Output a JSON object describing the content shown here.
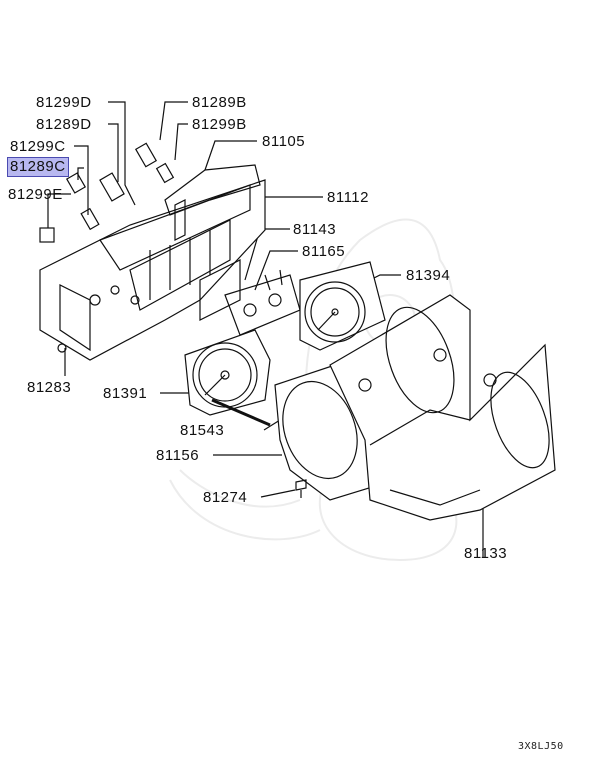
{
  "diagram": {
    "drawing_code": "3X8LJ50",
    "highlight_color": "#b8b8f0",
    "parts": [
      {
        "id": "p81299D",
        "label": "81299D",
        "highlighted": false
      },
      {
        "id": "p81289B",
        "label": "81289B",
        "highlighted": false
      },
      {
        "id": "p81289D",
        "label": "81289D",
        "highlighted": false
      },
      {
        "id": "p81299B",
        "label": "81299B",
        "highlighted": false
      },
      {
        "id": "p81299C",
        "label": "81299C",
        "highlighted": false
      },
      {
        "id": "p81105",
        "label": "81105",
        "highlighted": false
      },
      {
        "id": "p81289C",
        "label": "81289C",
        "highlighted": true
      },
      {
        "id": "p81299E",
        "label": "81299E",
        "highlighted": false
      },
      {
        "id": "p81112",
        "label": "81112",
        "highlighted": false
      },
      {
        "id": "p81143",
        "label": "81143",
        "highlighted": false
      },
      {
        "id": "p81165",
        "label": "81165",
        "highlighted": false
      },
      {
        "id": "p81394",
        "label": "81394",
        "highlighted": false
      },
      {
        "id": "p81283",
        "label": "81283",
        "highlighted": false
      },
      {
        "id": "p81391",
        "label": "81391",
        "highlighted": false
      },
      {
        "id": "p81543",
        "label": "81543",
        "highlighted": false
      },
      {
        "id": "p81156",
        "label": "81156",
        "highlighted": false
      },
      {
        "id": "p81274",
        "label": "81274",
        "highlighted": false
      },
      {
        "id": "p81133",
        "label": "81133",
        "highlighted": false
      }
    ]
  }
}
